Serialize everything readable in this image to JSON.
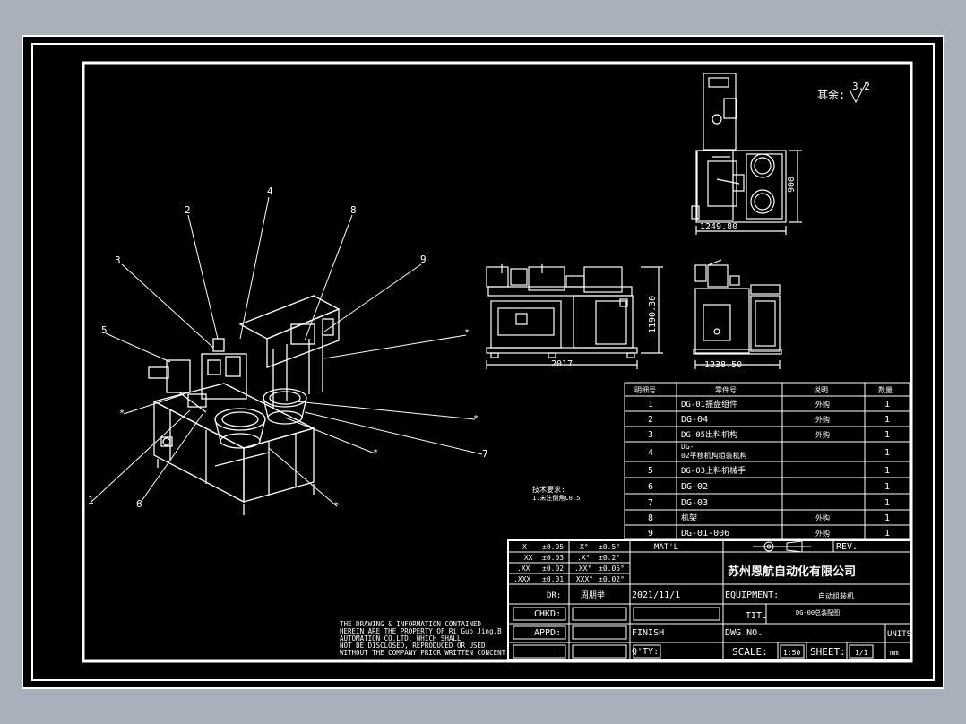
{
  "surface_finish": {
    "label": "其余:",
    "value": "3.2"
  },
  "dimensions": {
    "top_width": "1249.80",
    "top_height": "900",
    "front_width": "2017",
    "front_height": "1190.30",
    "side_width": "1238.50"
  },
  "balloons": [
    "2",
    "4",
    "8",
    "3",
    "9",
    "5",
    "*",
    "*",
    "*",
    "*",
    "7",
    "1",
    "6",
    "*"
  ],
  "tech_req": {
    "title": "技术要求:",
    "line": "1.未注倒角C0.5"
  },
  "bom": {
    "headers": [
      "明细号",
      "零件号",
      "说明",
      "数量"
    ],
    "rows": [
      {
        "no": "1",
        "part": "DG-01振盘组件",
        "note": "外购",
        "qty": "1"
      },
      {
        "no": "2",
        "part": "DG-04",
        "note": "外购",
        "qty": "1"
      },
      {
        "no": "3",
        "part": "DG-05出料机构",
        "note": "外购",
        "qty": "1"
      },
      {
        "no": "4",
        "part": "DG-\n02平移机构组装机构",
        "note": "",
        "qty": "1"
      },
      {
        "no": "5",
        "part": "DG-03上料机械手",
        "note": "",
        "qty": "1"
      },
      {
        "no": "6",
        "part": "DG-02",
        "note": "",
        "qty": "1"
      },
      {
        "no": "7",
        "part": "DG-03",
        "note": "",
        "qty": "1"
      },
      {
        "no": "8",
        "part": "机架",
        "note": "外购",
        "qty": "1"
      },
      {
        "no": "9",
        "part": "DG-01-006",
        "note": "外购",
        "qty": "1"
      }
    ]
  },
  "tolerances": [
    [
      "X",
      "±0.05",
      "X°",
      "±0.5°"
    ],
    [
      ".XX",
      "±0.03",
      ".X°",
      "±0.2°"
    ],
    [
      ".XX",
      "±0.02",
      ".XX°",
      "±0.05°"
    ],
    [
      ".XXX",
      "±0.01",
      ".XXX°",
      "±0.02°"
    ]
  ],
  "title_block": {
    "matl_label": "MAT'L",
    "rev_label": "REV.",
    "company": "苏州恩航自动化有限公司",
    "dr_label": "DR:",
    "dr_value": "周朋举",
    "date": "2021/11/1",
    "equipment_label": "EQUIPMENT:",
    "equipment_value": "自动组装机",
    "chkd_label": "CHKD:",
    "title_label": "TITL",
    "title_value": "DG-00总装配图",
    "appd_label": "APPD:",
    "finish_label": "FINISH",
    "dwg_label": "DWG NO.",
    "units_label": "UNITS",
    "qty_label": "Q'TY:",
    "scale_label": "SCALE:",
    "scale_value": "1:50",
    "sheet_label": "SHEET:",
    "sheet_value": "1/1",
    "units_value": "mm"
  },
  "disclaimer": [
    "THE DRAWING & INFORMATION CONTAINED",
    "HEREIN ARE THE PROPERTY OF Ri Guo Jing.B",
    "AUTOMATION CO.LTD. WHICH SHALL",
    "NOT BE DISCLOSED, REPRODUCED OR USED",
    "WITHOUT THE COMPANY PRIOR WRITTEN CONCENT."
  ]
}
